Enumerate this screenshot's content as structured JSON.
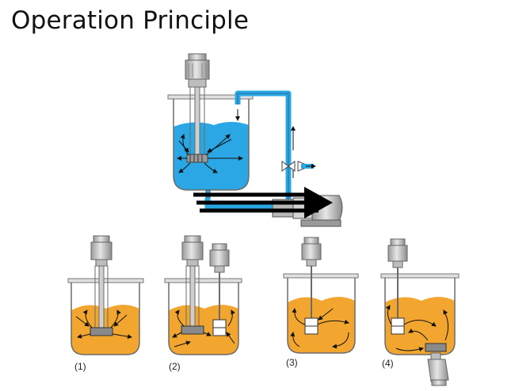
{
  "title": "Operation Principle",
  "colors": {
    "liquid_blue": "#2aa7e4",
    "liquid_orange": "#f2a62f",
    "tank_outline": "#7a7a7a",
    "motor_gray": "#c9c9c9",
    "arrow": "#111111"
  },
  "scenarios": [
    {
      "label": "(1)"
    },
    {
      "label": "(2)"
    },
    {
      "label": "(3)"
    },
    {
      "label": "(4)"
    }
  ]
}
